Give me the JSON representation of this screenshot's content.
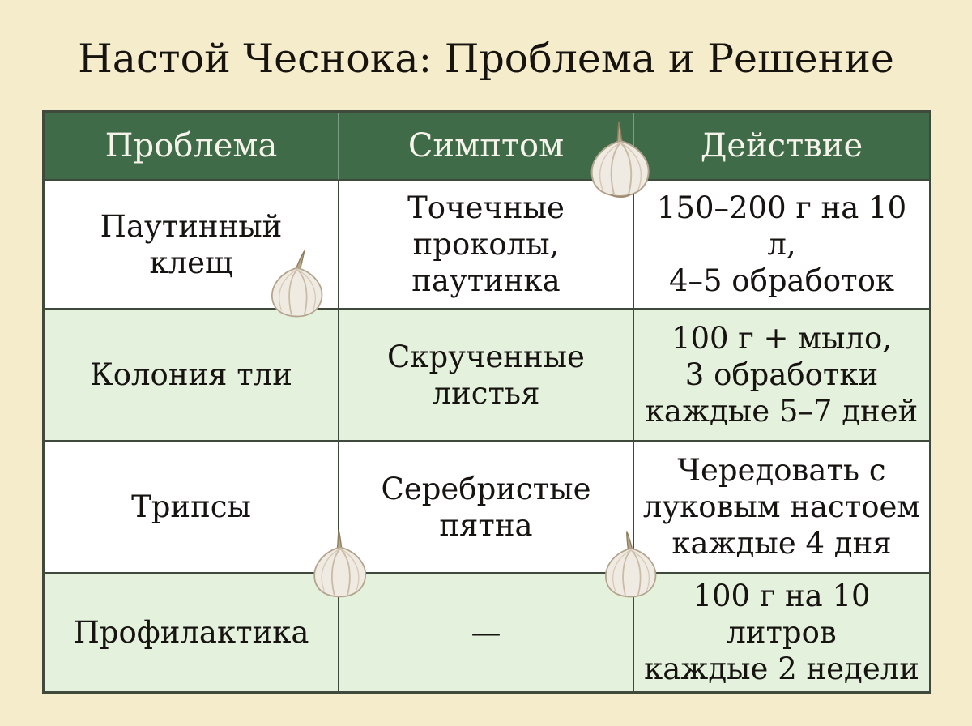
{
  "title": "Настой Чеснока: Проблема и Решение",
  "table": {
    "headers": [
      "Проблема",
      "Симптом",
      "Действие"
    ],
    "rows": [
      [
        "Паутинный\nклещ",
        "Точечные\nпроколы,\nпаутинка",
        "150–200 г на 10 л,\n4–5 обработок"
      ],
      [
        "Колония тли",
        "Скрученные\nлистья",
        "100 г + мыло,\n3 обработки\nкаждые 5–7 дней"
      ],
      [
        "Трипсы",
        "Серебристые\nпятна",
        "Чередовать с\nлуковым настоем\nкаждые 4 дня"
      ],
      [
        "Профилактика",
        "—",
        "100 г на 10 литров\nкаждые 2 недели"
      ]
    ]
  },
  "colors": {
    "background": "#f5eccc",
    "header": "#3f6b49",
    "row_alt": "#e4f1dd",
    "border": "#3f4a3c"
  },
  "icons": [
    "garlic-bulb-icon"
  ]
}
